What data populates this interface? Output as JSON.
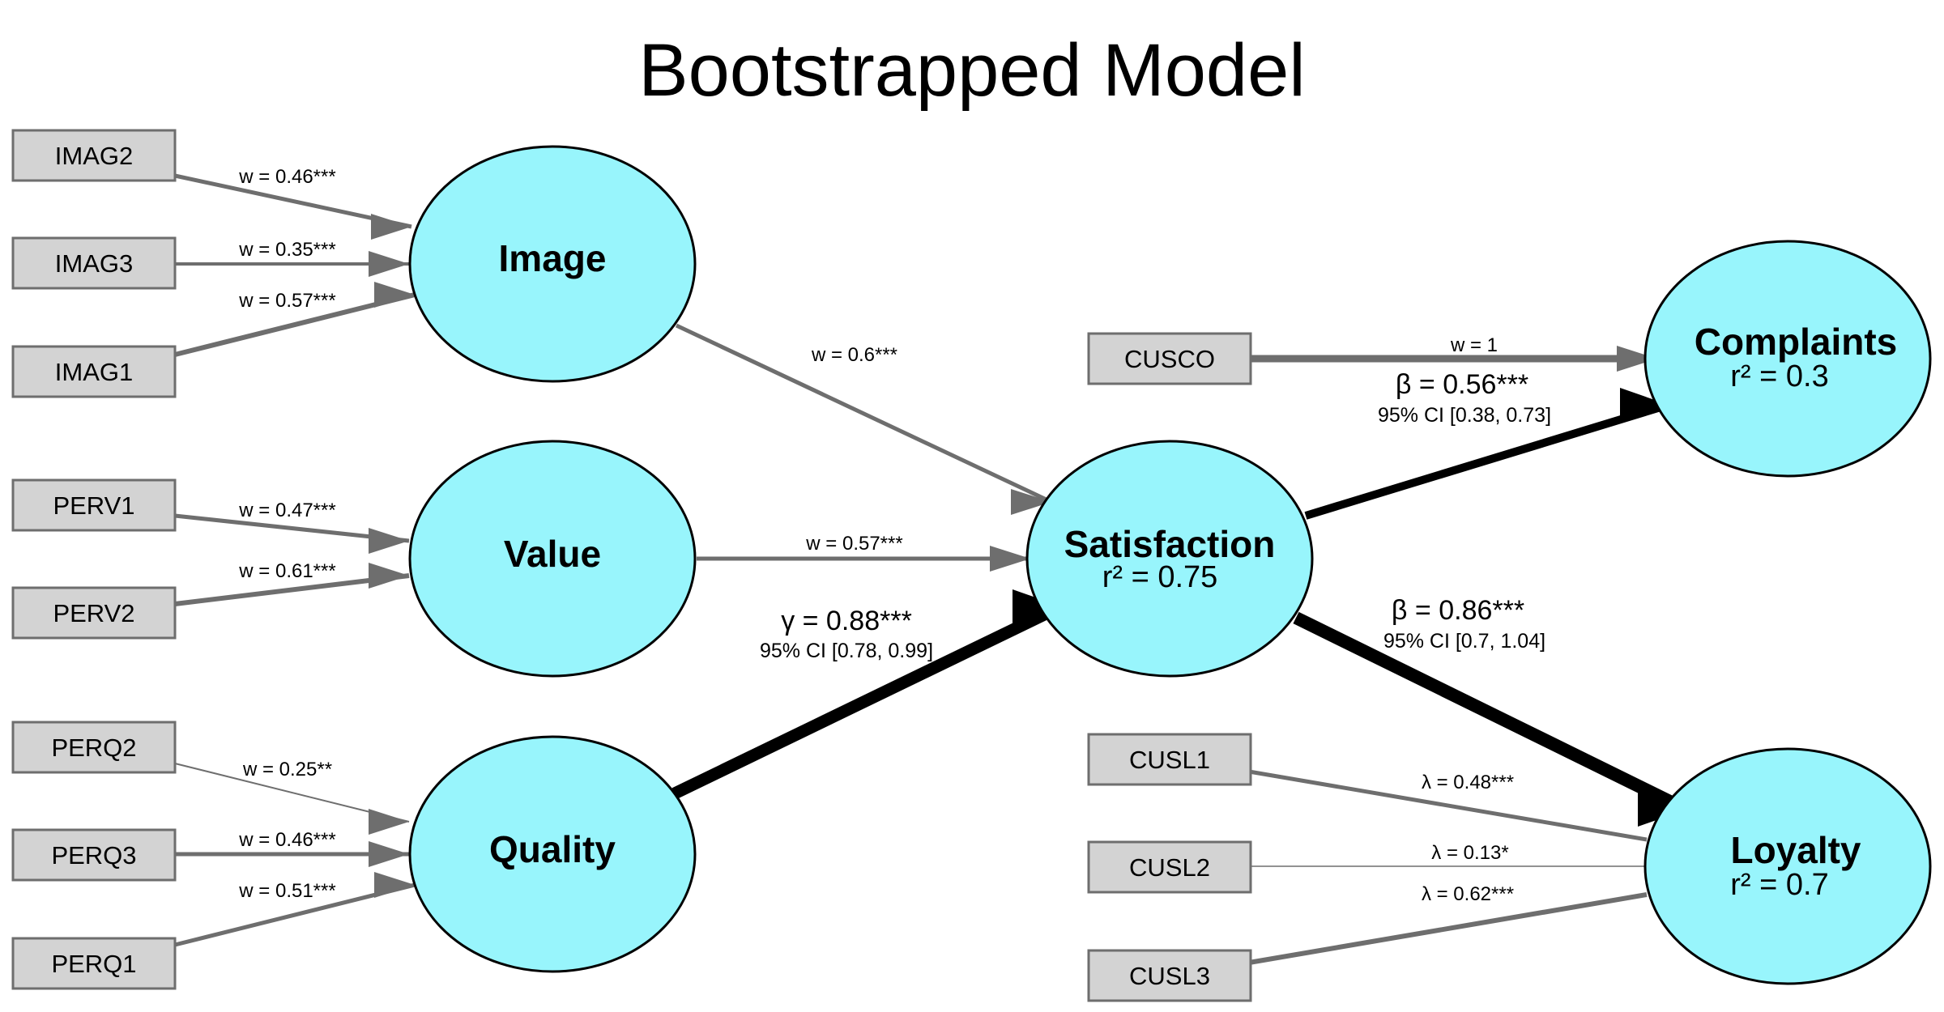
{
  "title": "Bootstrapped Model",
  "colors": {
    "construct_fill": "#98f5fc",
    "indicator_fill": "#d3d3d3",
    "measurement_edge": "#6e6e6e",
    "structural_edge": "#000000"
  },
  "constructs": {
    "image": {
      "name": "Image",
      "r2": ""
    },
    "value": {
      "name": "Value",
      "r2": ""
    },
    "quality": {
      "name": "Quality",
      "r2": ""
    },
    "satisfaction": {
      "name": "Satisfaction",
      "r2": "r² = 0.75"
    },
    "complaints": {
      "name": "Complaints",
      "r2": "r² = 0.3"
    },
    "loyalty": {
      "name": "Loyalty",
      "r2": "r² = 0.7"
    }
  },
  "indicators": {
    "imag2": "IMAG2",
    "imag3": "IMAG3",
    "imag1": "IMAG1",
    "perv1": "PERV1",
    "perv2": "PERV2",
    "perq2": "PERQ2",
    "perq3": "PERQ3",
    "perq1": "PERQ1",
    "cusco": "CUSCO",
    "cusl1": "CUSL1",
    "cusl2": "CUSL2",
    "cusl3": "CUSL3"
  },
  "measurement_edges": {
    "imag2": "w = 0.46***",
    "imag3": "w = 0.35***",
    "imag1": "w = 0.57***",
    "perv1": "w = 0.47***",
    "perv2": "w = 0.61***",
    "perq2": "w = 0.25**",
    "perq3": "w = 0.46***",
    "perq1": "w = 0.51***",
    "cusco": "w = 1",
    "cusl1": "λ = 0.48***",
    "cusl2": "λ = 0.13*",
    "cusl3": "λ = 0.62***"
  },
  "structural_edges": {
    "image_satisfaction": "w = 0.6***",
    "value_satisfaction": "w = 0.57***",
    "quality_satisfaction": {
      "coef": "γ = 0.88***",
      "ci": "95% CI [0.78, 0.99]"
    },
    "satisfaction_complaints": {
      "coef": "β = 0.56***",
      "ci": "95% CI [0.38, 0.73]"
    },
    "satisfaction_loyalty": {
      "coef": "β = 0.86***",
      "ci": "95% CI [0.7, 1.04]"
    }
  }
}
